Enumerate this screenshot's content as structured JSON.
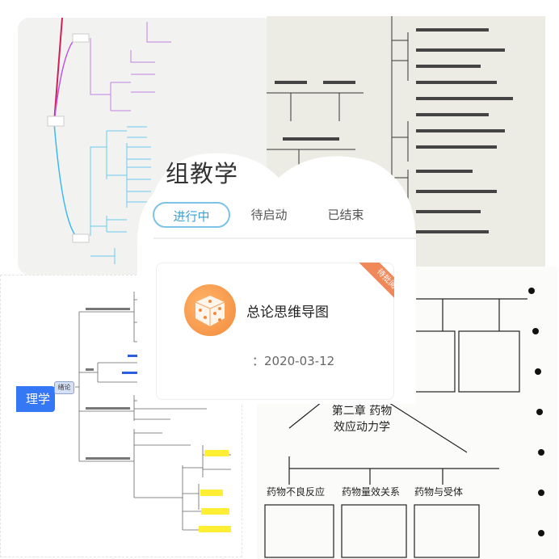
{
  "header": {
    "title": "组教学"
  },
  "tabs": [
    {
      "label": "进行中",
      "active": true
    },
    {
      "label": "待启动"
    },
    {
      "label": "已结束"
    }
  ],
  "card": {
    "title": "总论思维导图",
    "date": "：2020-03-12",
    "badge": "待批阅",
    "icon": "dice-icon"
  },
  "mindmap": {
    "root": "理学",
    "node": "绪论"
  },
  "notebook": {
    "chapter": "第二章 药物效应动力学",
    "branches": [
      "药物不良反应",
      "药物量效关系",
      "药物与受体"
    ]
  },
  "colors": {
    "accent": "#3a9fd6",
    "badge": "#f0885a",
    "root": "#3478f6"
  }
}
